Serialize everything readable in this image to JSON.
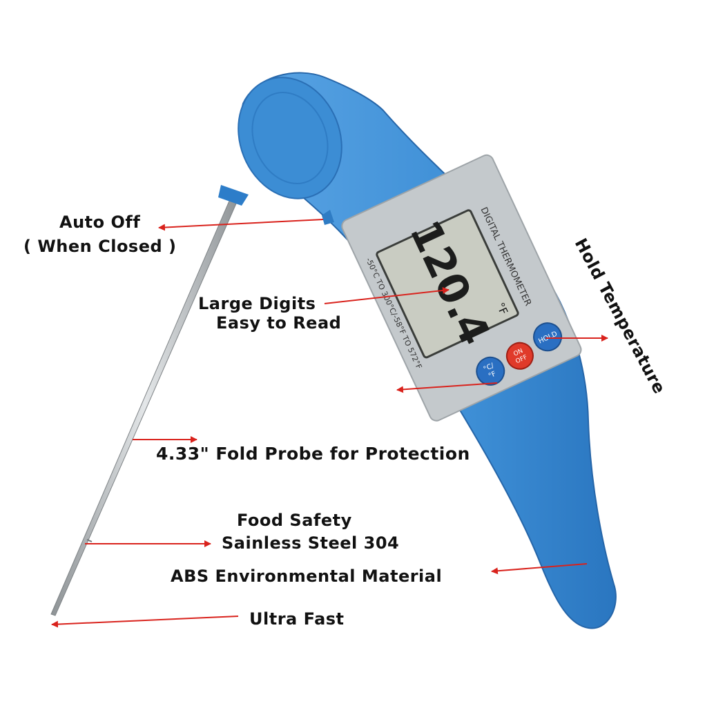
{
  "device": {
    "display_value": "120.4",
    "display_unit": "°F",
    "panel_title": "DIGITAL THERMOMETER",
    "range_text": "-50°C TO 300°C/-58°F TO 572°F",
    "buttons": {
      "hold": "HOLD",
      "on_off_top": "ON",
      "on_off_bottom": "OFF",
      "unit_top": "°C/",
      "unit_bottom": "°F"
    },
    "colors": {
      "body": "#3e8fd6",
      "body_dark": "#2c76bd",
      "panel": "#c4c9cc",
      "lcd": "#c9ccc2",
      "hold_button": "#2a6fc2",
      "on_off_button": "#e03a2a",
      "unit_button": "#2a6fc2",
      "probe": "#a9adb0",
      "arrow": "#d9221c"
    }
  },
  "callouts": {
    "auto_off": {
      "line1": "Auto Off",
      "line2": "( When Closed )"
    },
    "large_digits": {
      "line1": "Large Digits",
      "line2": "Easy to Read"
    },
    "hold_temperature": "Hold Temperature",
    "fold_probe": "4.33\" Fold Probe for Protection",
    "food_safety": {
      "line1": "Food Safety",
      "line2": "Sainless Steel 304"
    },
    "abs_material": "ABS Environmental Material",
    "ultra_fast": "Ultra Fast"
  }
}
